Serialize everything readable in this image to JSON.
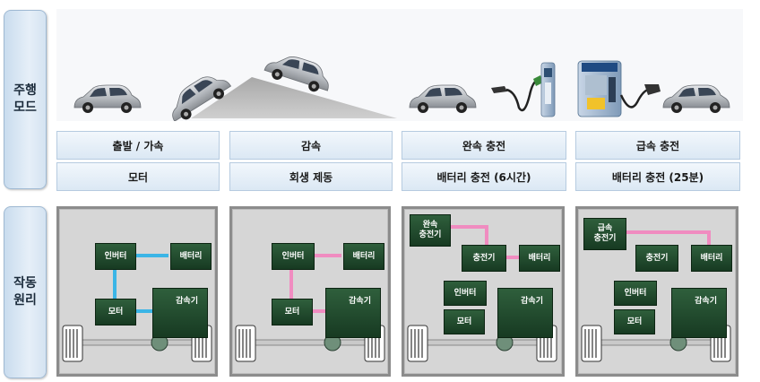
{
  "sections": {
    "driving_mode": "주행\n모드",
    "operating_principle": "작동\n원리"
  },
  "modes": [
    {
      "action": "출발 / 가속",
      "source": "모터"
    },
    {
      "action": "감속",
      "source": "회생 제동"
    },
    {
      "action": "완속 충전",
      "source": "배터리 충전 (6시간)"
    },
    {
      "action": "급속 충전",
      "source": "배터리 충전 (25분)"
    }
  ],
  "components": {
    "inverter": "인버터",
    "battery": "배터리",
    "motor": "모터",
    "reducer": "감속기",
    "charger": "충전기",
    "slow_charger": "완속\n충전기",
    "fast_charger": "급속\n충전기"
  },
  "colors": {
    "accelerate_flow": "#3bb5e6",
    "regen_flow": "#f08cc0",
    "charge_flow": "#f08cc0"
  }
}
